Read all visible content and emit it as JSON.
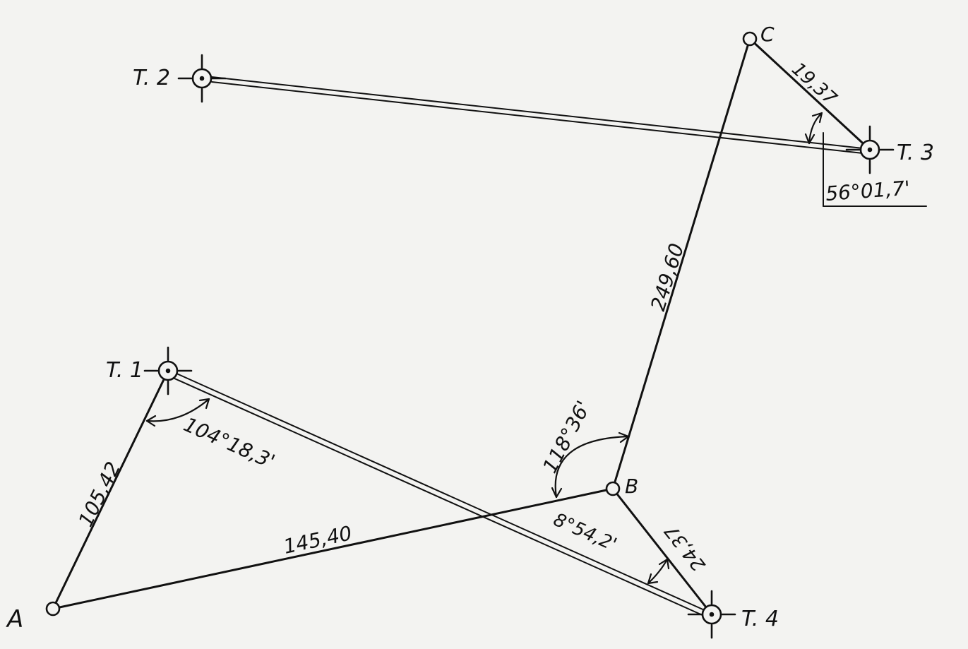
{
  "points": {
    "A": "A",
    "B": "B",
    "C": "C",
    "T1": "T. 1",
    "T2": "T. 2",
    "T3": "T. 3",
    "T4": "T. 4"
  },
  "distances": {
    "A_T1": "105,42",
    "A_B": "145,40",
    "B_C": "249,60",
    "C_T3": "19,37",
    "B_T4": "24,37"
  },
  "angles": {
    "at_T1": "104°18,3'",
    "at_B_upper": "118°36'",
    "at_B_lower": "8°54,2'",
    "at_T3": "56°01,7'"
  },
  "colors": {
    "ink": "#111111",
    "paper": "#f3f3f1"
  }
}
